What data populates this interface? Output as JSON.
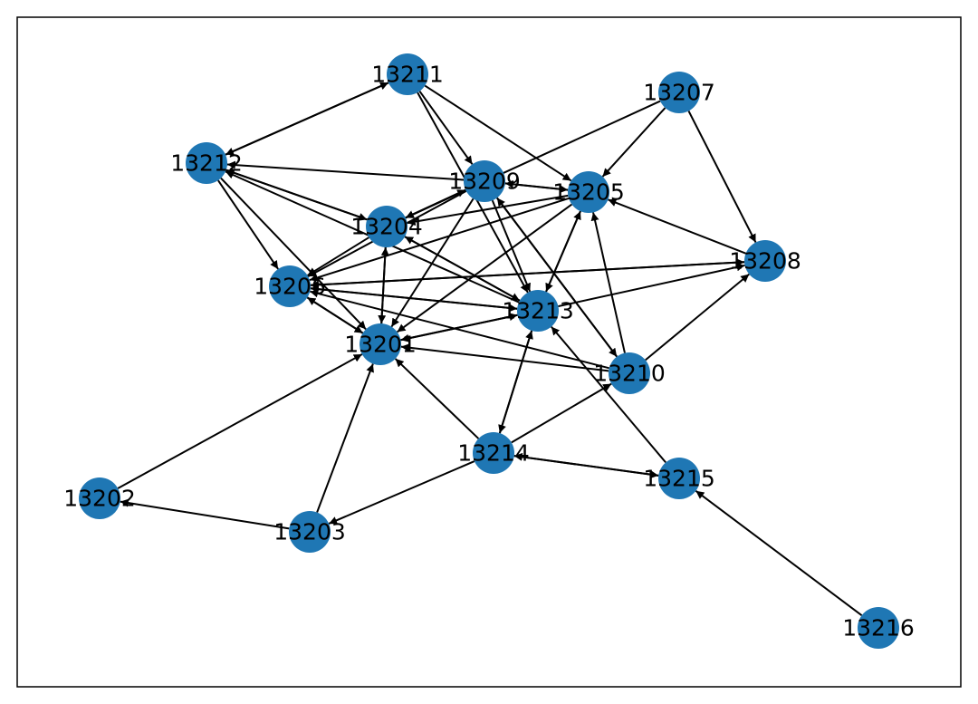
{
  "chart_data": {
    "type": "network",
    "directed": true,
    "node_color": "#1f77b4",
    "edge_color": "#000000",
    "nodes": [
      "13201",
      "13202",
      "13203",
      "13204",
      "13205",
      "13206",
      "13207",
      "13208",
      "13209",
      "13210",
      "13211",
      "13212",
      "13213",
      "13214",
      "13215",
      "13216"
    ],
    "edges": [
      [
        "13211",
        "13212"
      ],
      [
        "13212",
        "13211"
      ],
      [
        "13211",
        "13209"
      ],
      [
        "13211",
        "13205"
      ],
      [
        "13211",
        "13213"
      ],
      [
        "13207",
        "13205"
      ],
      [
        "13207",
        "13208"
      ],
      [
        "13207",
        "13204"
      ],
      [
        "13212",
        "13204"
      ],
      [
        "13204",
        "13212"
      ],
      [
        "13212",
        "13206"
      ],
      [
        "13212",
        "13201"
      ],
      [
        "13209",
        "13212"
      ],
      [
        "13213",
        "13212"
      ],
      [
        "13209",
        "13205"
      ],
      [
        "13205",
        "13209"
      ],
      [
        "13209",
        "13213"
      ],
      [
        "13209",
        "13206"
      ],
      [
        "13209",
        "13201"
      ],
      [
        "13209",
        "13204"
      ],
      [
        "13204",
        "13209"
      ],
      [
        "13209",
        "13210"
      ],
      [
        "13210",
        "13209"
      ],
      [
        "13205",
        "13204"
      ],
      [
        "13205",
        "13206"
      ],
      [
        "13205",
        "13213"
      ],
      [
        "13213",
        "13205"
      ],
      [
        "13205",
        "13201"
      ],
      [
        "13210",
        "13205"
      ],
      [
        "13208",
        "13205"
      ],
      [
        "13204",
        "13206"
      ],
      [
        "13204",
        "13201"
      ],
      [
        "13201",
        "13204"
      ],
      [
        "13204",
        "13213"
      ],
      [
        "13213",
        "13204"
      ],
      [
        "13206",
        "13208"
      ],
      [
        "13208",
        "13206"
      ],
      [
        "13206",
        "13213"
      ],
      [
        "13213",
        "13206"
      ],
      [
        "13206",
        "13201"
      ],
      [
        "13201",
        "13206"
      ],
      [
        "13210",
        "13206"
      ],
      [
        "13213",
        "13201"
      ],
      [
        "13201",
        "13213"
      ],
      [
        "13213",
        "13208"
      ],
      [
        "13213",
        "13214"
      ],
      [
        "13214",
        "13213"
      ],
      [
        "13215",
        "13213"
      ],
      [
        "13210",
        "13201"
      ],
      [
        "13210",
        "13208"
      ],
      [
        "13214",
        "13210"
      ],
      [
        "13202",
        "13201"
      ],
      [
        "13203",
        "13201"
      ],
      [
        "13214",
        "13201"
      ],
      [
        "13203",
        "13202"
      ],
      [
        "13214",
        "13203"
      ],
      [
        "13214",
        "13215"
      ],
      [
        "13215",
        "13214"
      ],
      [
        "13216",
        "13215"
      ]
    ]
  }
}
